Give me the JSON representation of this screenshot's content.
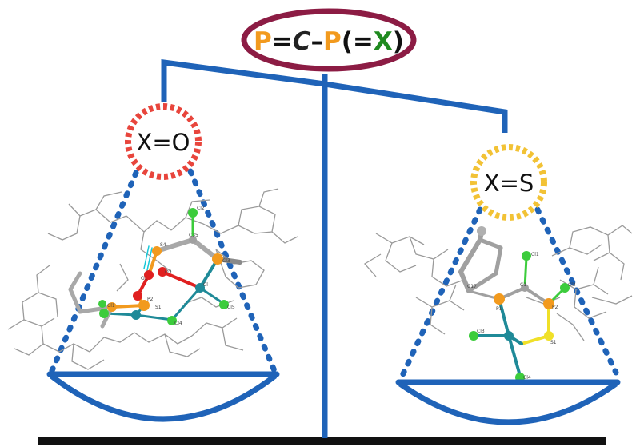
{
  "formula": {
    "parts": [
      {
        "text": "P",
        "color": "#f29a1e"
      },
      {
        "text": "=",
        "color": "#111111"
      },
      {
        "text": "C",
        "color": "#222222",
        "italic": true
      },
      {
        "text": "–",
        "color": "#111111"
      },
      {
        "text": "P",
        "color": "#f29a1e"
      },
      {
        "text": "(=",
        "color": "#111111"
      },
      {
        "text": "X",
        "color": "#1f8a1f"
      },
      {
        "text": ")",
        "color": "#111111"
      }
    ]
  },
  "left_pan": {
    "label": "X=O"
  },
  "right_pan": {
    "label": "X=S"
  },
  "left_atoms": [
    "Cl2",
    "Cl3",
    "C35",
    "S4",
    "O3",
    "Cl",
    "P2",
    "S1",
    "O1",
    "Cl1",
    "Cl4",
    "Cl5"
  ],
  "right_atoms": [
    "Cl1",
    "C17",
    "C1",
    "P1",
    "Cl2",
    "P2",
    "Cl3",
    "S1",
    "Cl4"
  ],
  "colors": {
    "balance_blue": "#1f63b8",
    "formula_oval": "#8c1c44",
    "left_ring": "#e8453c",
    "right_ring": "#f2c235",
    "phosphorus": "#f29a1e",
    "oxygen": "#e02020",
    "chlorine": "#3ccc3c",
    "sulfur": "#f0e028",
    "metal": "#1f8a98",
    "ground": "#111111"
  }
}
